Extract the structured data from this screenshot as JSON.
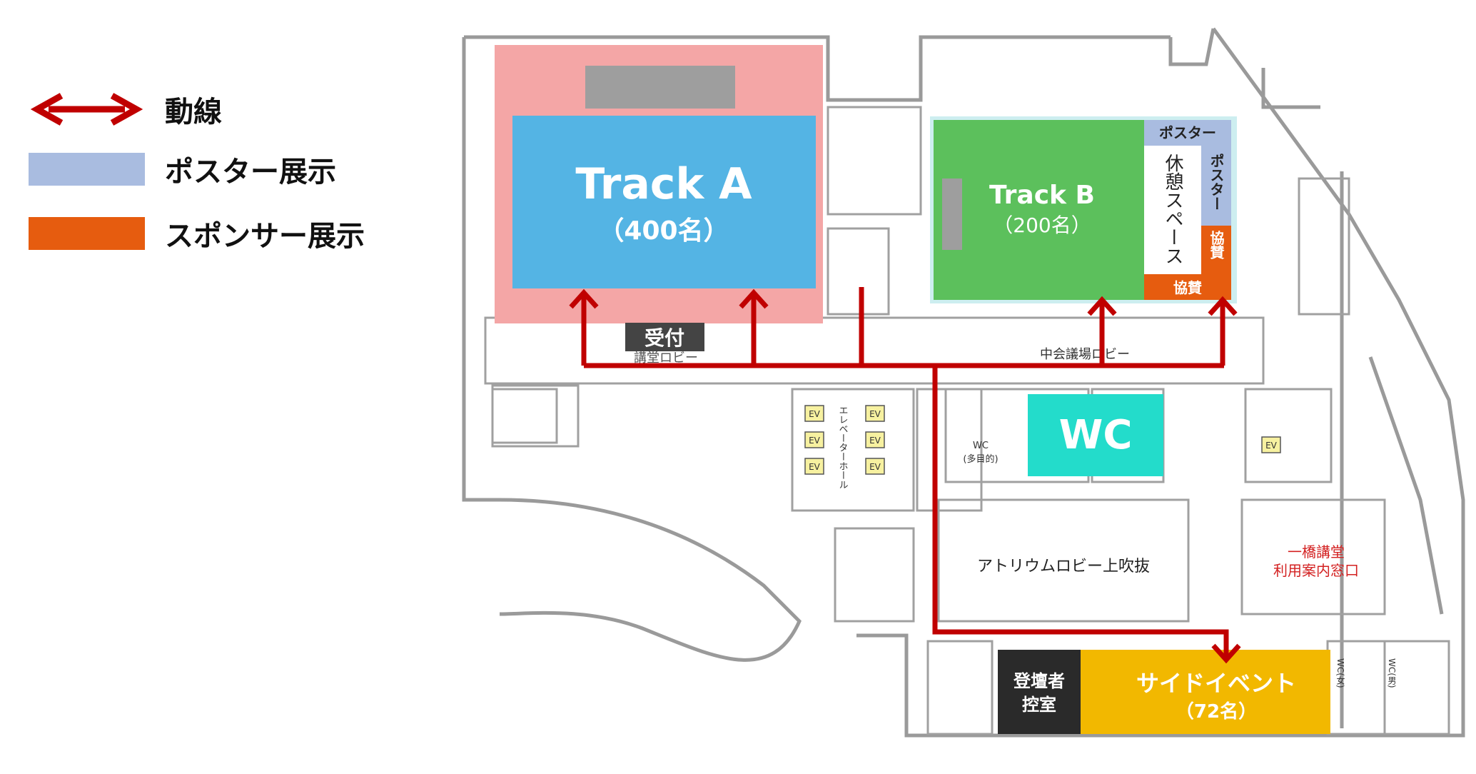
{
  "legend": {
    "route": "動線",
    "poster": "ポスター展示",
    "sponsor": "スポンサー展示"
  },
  "colors": {
    "route": "#c00000",
    "poster": "#a9bce0",
    "sponsor": "#e65c0f",
    "track_a": "#54b4e4",
    "track_a_area": "#f4a6a6",
    "track_b": "#5cc05c",
    "wc": "#23dccb",
    "side_event": "#f2b800",
    "green_room": "#2a2a2a",
    "reception": "#444444"
  },
  "rooms": {
    "track_a": {
      "name": "Track A",
      "capacity": "（400名）"
    },
    "track_b": {
      "name": "Track B",
      "capacity": "（200名）"
    },
    "wc": "WC",
    "side_event": {
      "name": "サイドイベント",
      "capacity": "（72名）"
    },
    "green_room": [
      "登壇者",
      "控室"
    ],
    "reception": "受付"
  },
  "track_b_area": {
    "poster_top": "ポスター",
    "poster_side": "ポスター",
    "rest_space": "休憩スペース",
    "sponsor_side": "協賛",
    "sponsor_bottom": "協賛"
  },
  "floor_labels": {
    "hall_lobby_fragment": "講堂ロビー",
    "middle_lobby": "中会議場ロビー",
    "elevator_hall": "エレベーターホール",
    "ev": "EV",
    "wc_multi": [
      "WC",
      "(多目的)"
    ],
    "atrium": "アトリウムロビー上吹抜",
    "info_desk": [
      "一橋講堂",
      "利用案内窓口"
    ],
    "wc_female": "WC(女)",
    "wc_male": "WC(男)"
  }
}
